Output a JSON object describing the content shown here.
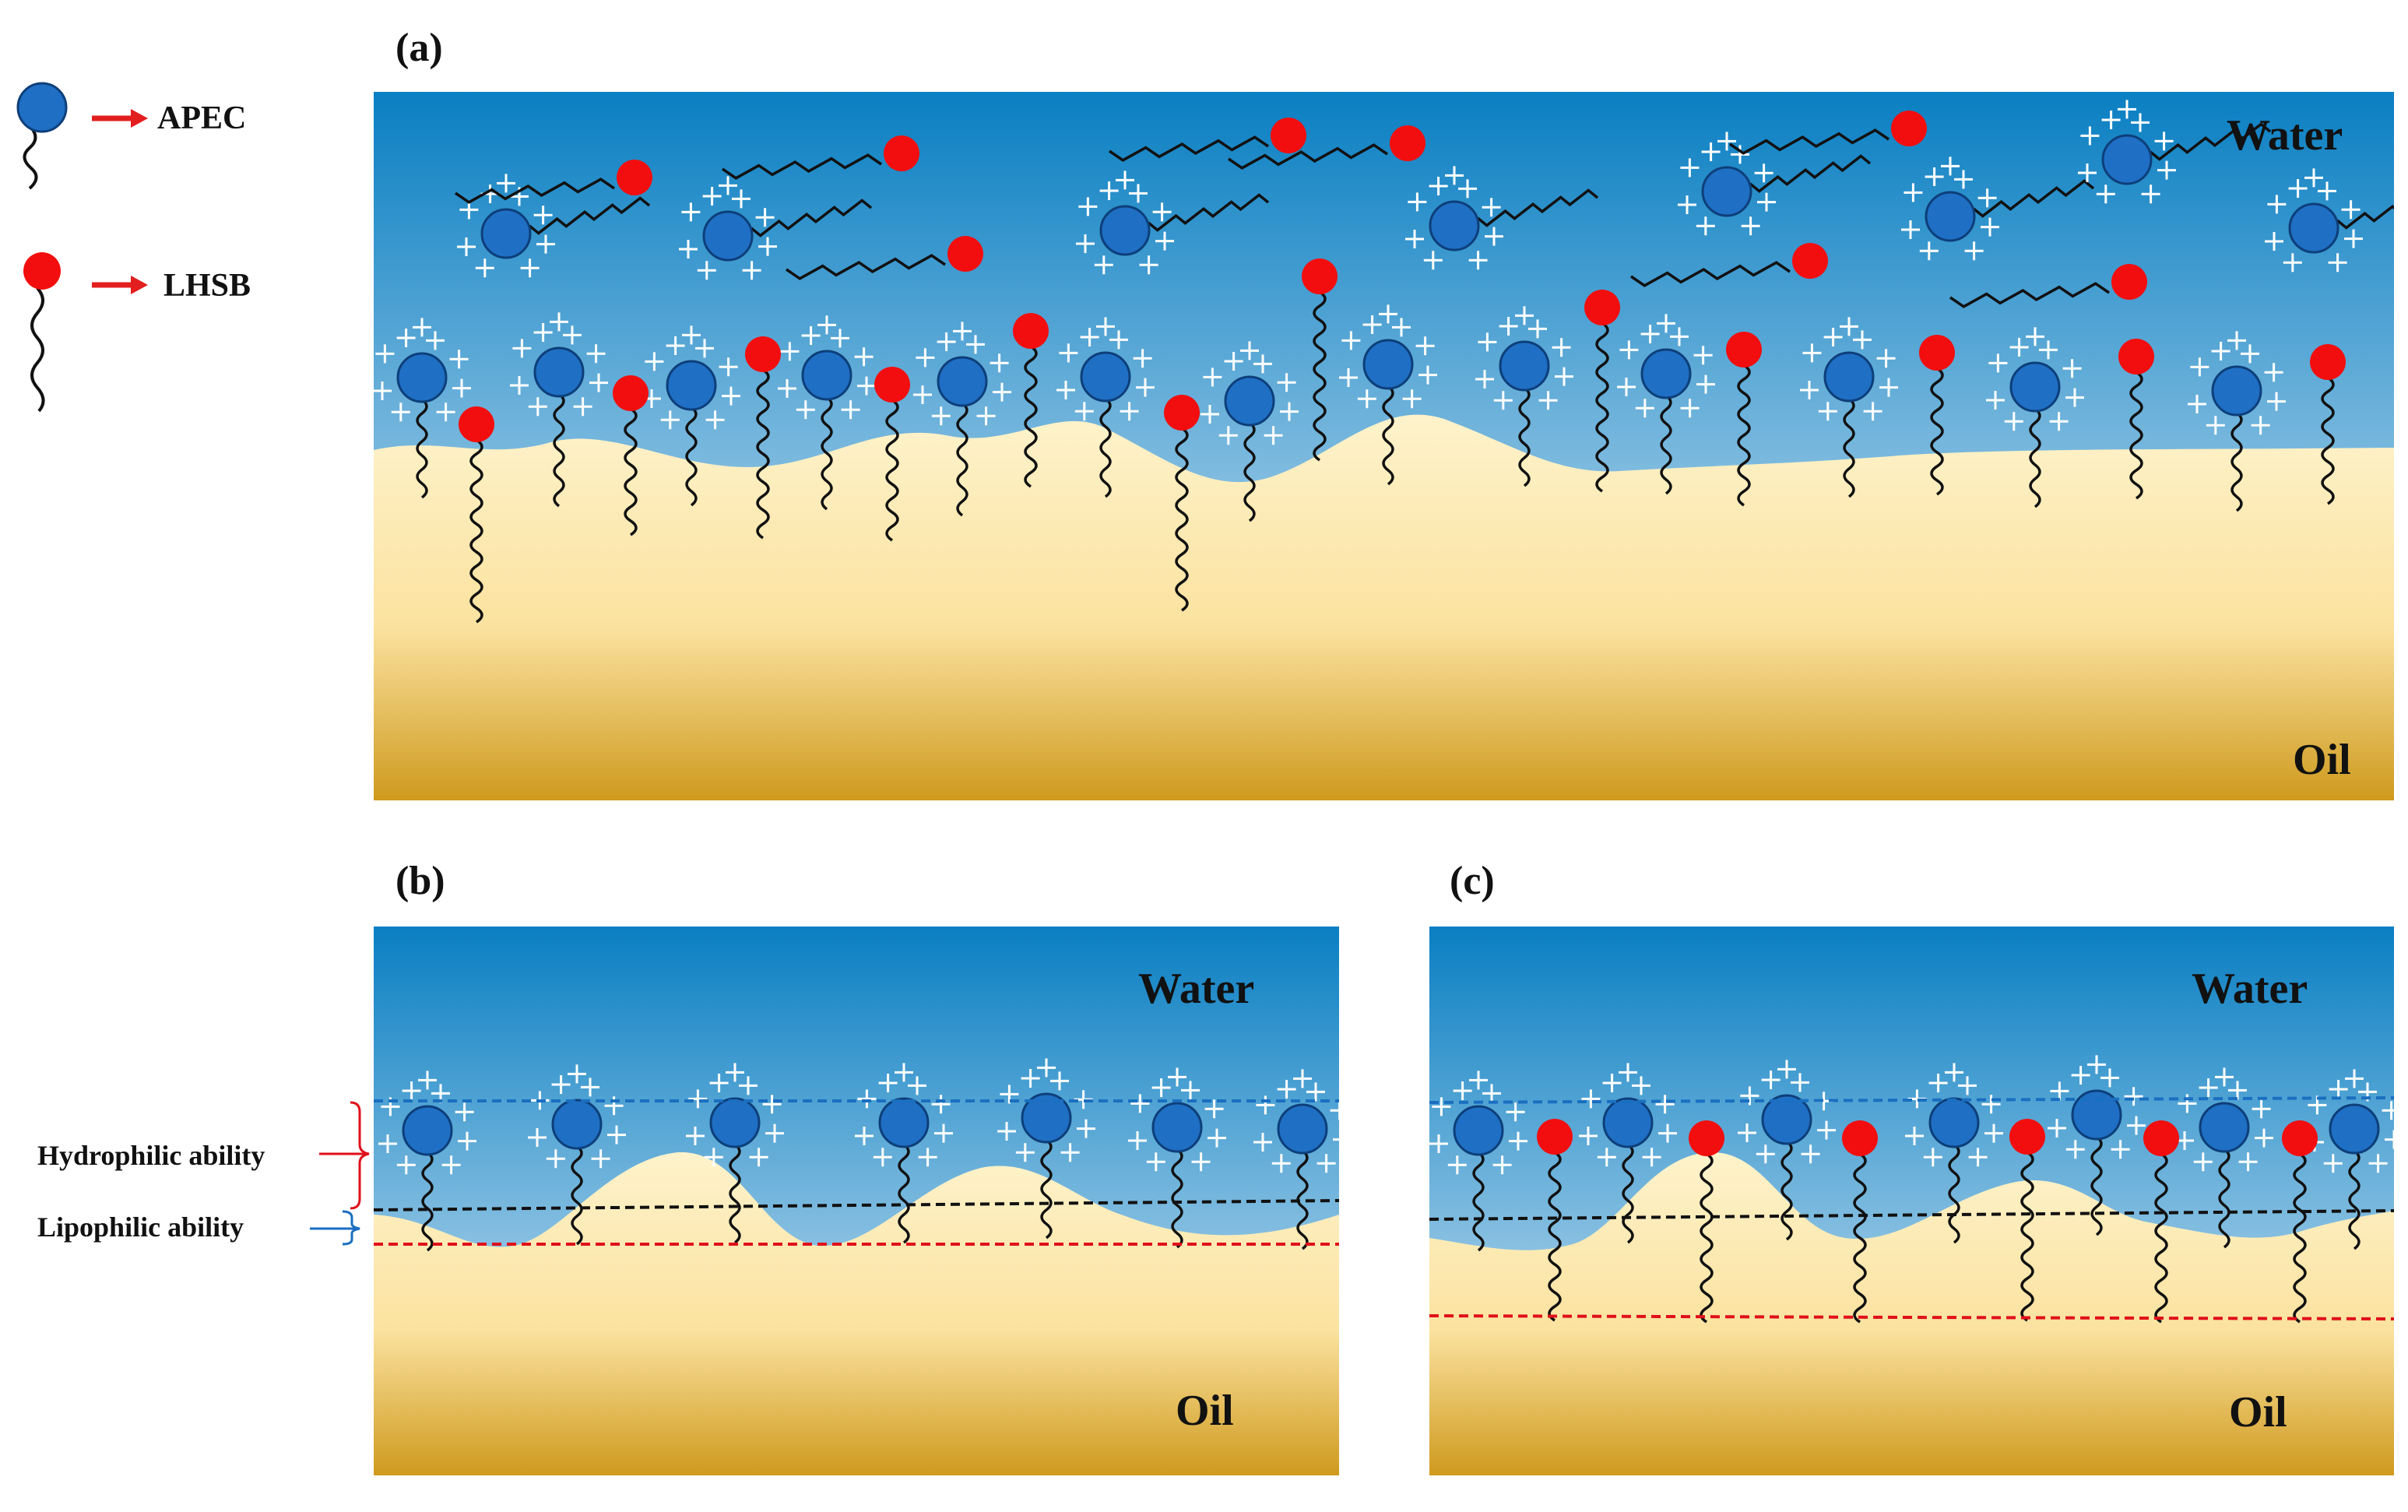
{
  "legend": {
    "items": [
      {
        "text": "APEC",
        "kind": "blue"
      },
      {
        "text": "LHSB",
        "kind": "red"
      }
    ]
  },
  "panels": [
    {
      "id": "a",
      "tag": "(a)",
      "top_label": "Water",
      "bottom_label": "Oil"
    },
    {
      "id": "b",
      "tag": "(b)",
      "top_label": "Water",
      "bottom_label": "Oil"
    },
    {
      "id": "c",
      "tag": "(c)",
      "top_label": "Water",
      "bottom_label": "Oil"
    }
  ],
  "annotations": {
    "hydrophilic": "Hydrophilic ability",
    "lipophilic": "Lipophilic ability"
  },
  "colors": {
    "water_top": "#0a7fc2",
    "water_bottom": "#dcecf8",
    "oil_top": "#fdf0c4",
    "oil_bottom": "#cf9a1e",
    "apec_fill": "#1f6fc4",
    "apec_stroke": "#0d3f7a",
    "lhsb_fill": "#f20e0e",
    "arrow": "#e31e1e",
    "tail": "#111111",
    "plus": "#ffffff",
    "line_blue": "#1a6fc0",
    "line_black": "#111111",
    "line_red": "#e0101a"
  }
}
